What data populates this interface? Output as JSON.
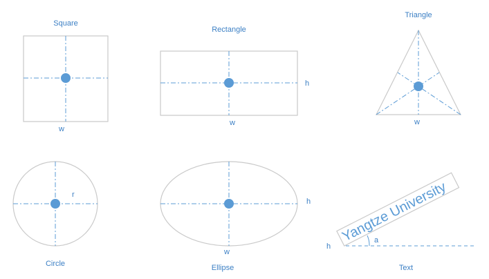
{
  "shapes": {
    "square": {
      "title": "Square",
      "dim_w": "w"
    },
    "rectangle": {
      "title": "Rectangle",
      "dim_w": "w",
      "dim_h": "h"
    },
    "triangle": {
      "title": "Triangle",
      "dim_w": "w"
    },
    "circle": {
      "title": "Circle",
      "dim_r": "r"
    },
    "ellipse": {
      "title": "Ellipse",
      "dim_w": "w",
      "dim_h": "h"
    },
    "text": {
      "title": "Text",
      "content": "Yangtze University",
      "dim_h": "h",
      "dim_angle": "a"
    }
  },
  "colors": {
    "accent": "#5b9bd5",
    "label": "#3b7fc4",
    "outline": "#c9c9c9"
  }
}
